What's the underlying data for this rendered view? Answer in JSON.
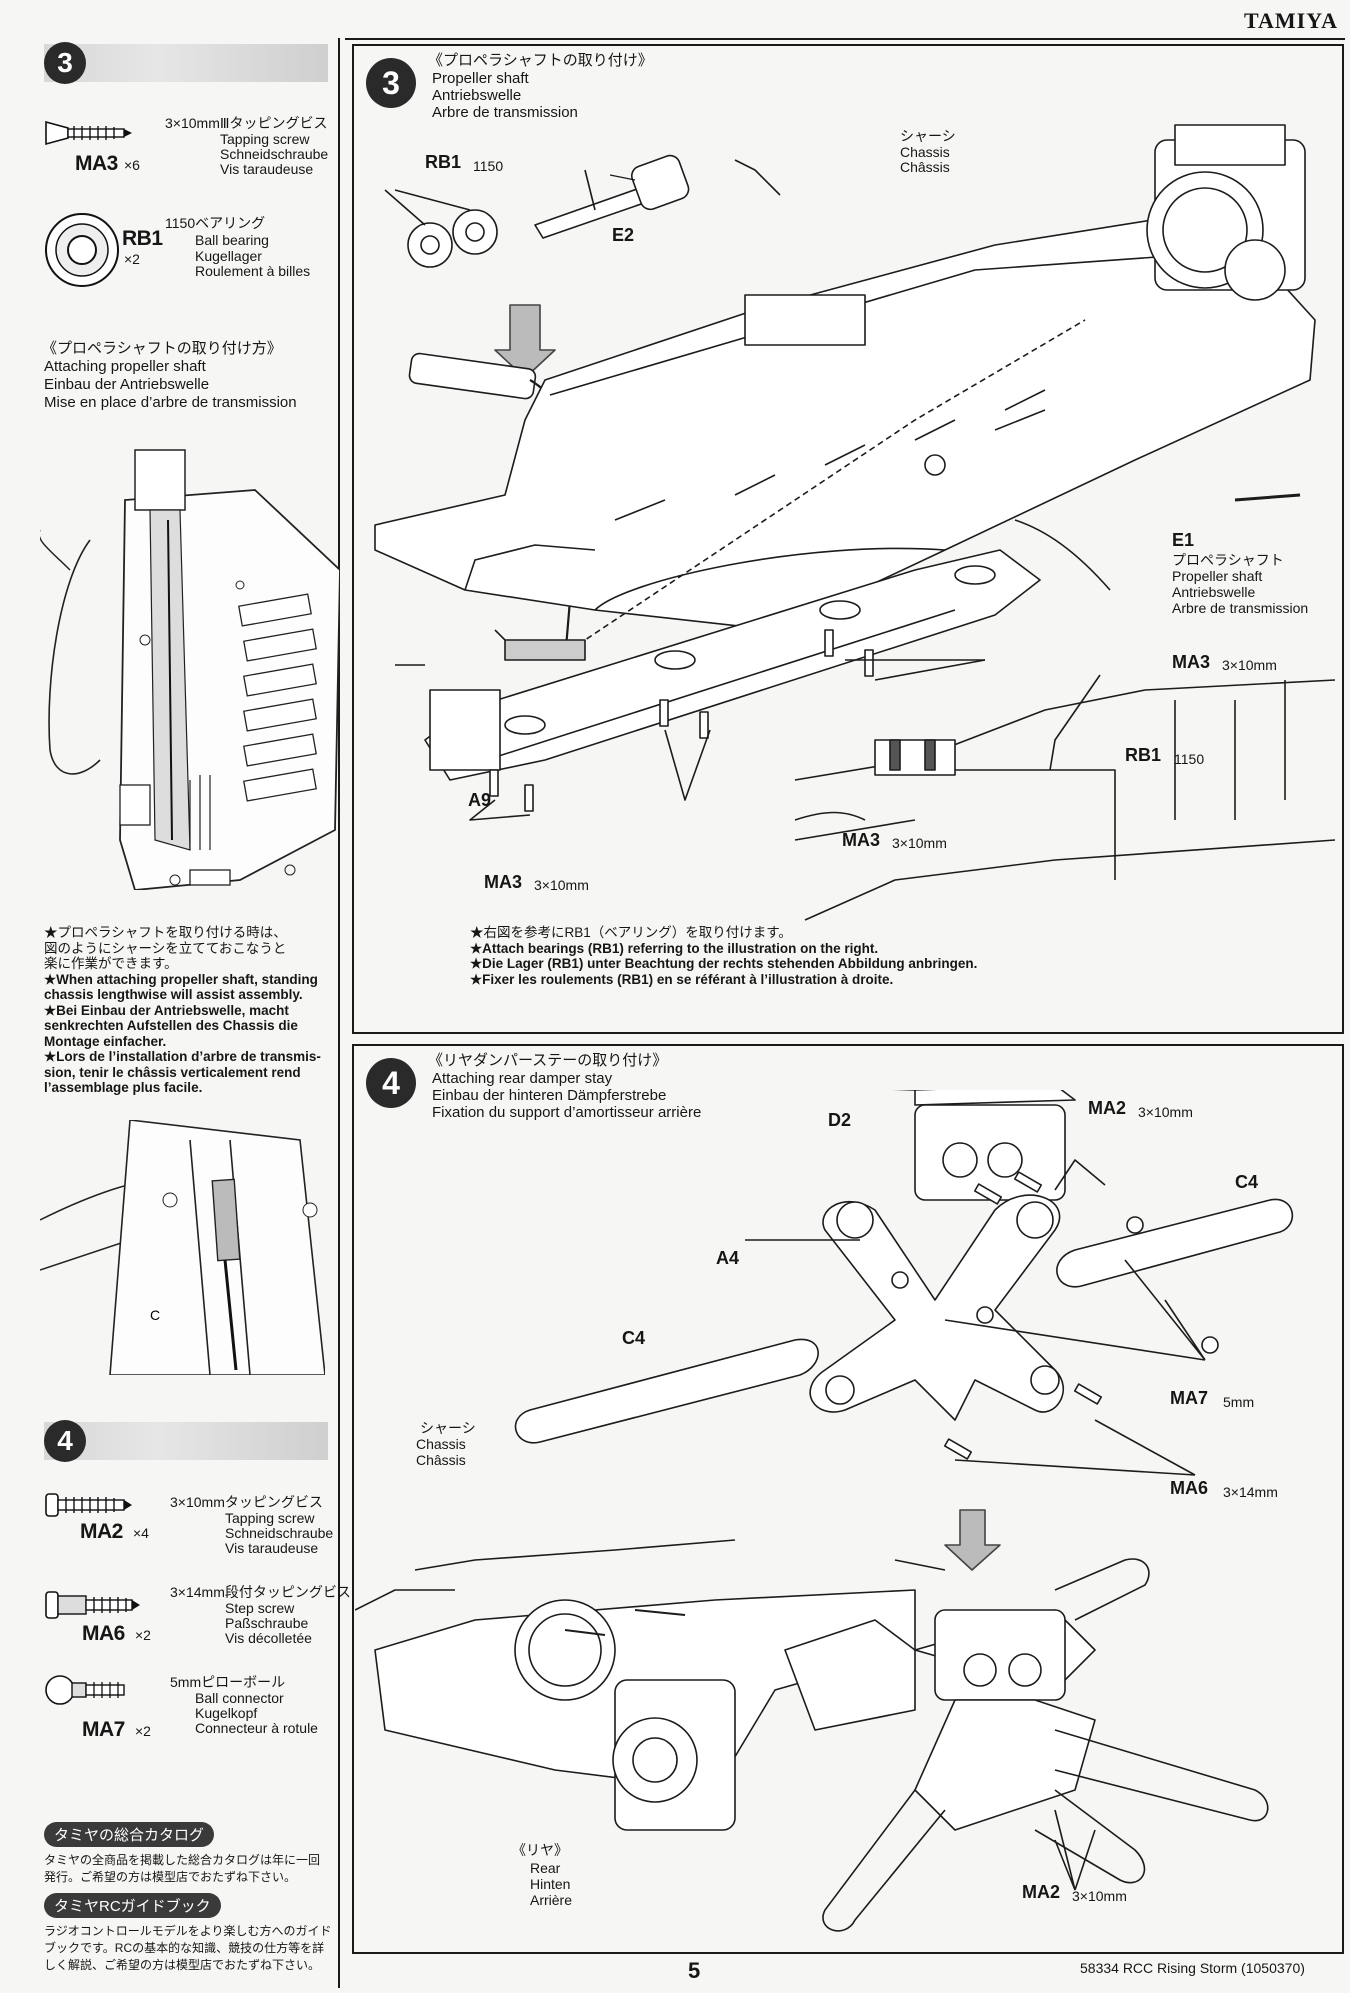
{
  "brand": "TAMIYA",
  "left": {
    "step3": {
      "number": "3",
      "screw": {
        "jp": "3×10mmⅢタッピングビス",
        "en": "Tapping screw",
        "de": "Schneidschraube",
        "fr": "Vis taraudeuse",
        "code": "MA3",
        "qty": "×6"
      },
      "bearing": {
        "jp": "1150ベアリング",
        "en": "Ball bearing",
        "de": "Kugellager",
        "fr": "Roulement à billes",
        "code": "RB1",
        "qty": "×2"
      },
      "tip_heading": {
        "jp": "《プロペラシャフトの取り付け方》",
        "en": "Attaching propeller shaft",
        "de": "Einbau der Antriebswelle",
        "fr": "Mise en place d’arbre de transmission"
      },
      "tip_notes": [
        "★プロペラシャフトを取り付ける時は、",
        "図のようにシャーシを立てておこなうと",
        "楽に作業ができます。",
        "★When attaching propeller shaft, standing",
        "chassis lengthwise will assist assembly.",
        "★Bei Einbau der Antriebswelle, macht",
        "senkrechten Aufstellen des Chassis die",
        "Montage einfacher.",
        "★Lors de l’installation d’arbre de transmis-",
        "sion, tenir le châssis verticalement rend",
        "l’assemblage plus facile."
      ]
    },
    "step4": {
      "number": "4",
      "screw": {
        "jp": "3×10mmタッピングビス",
        "en": "Tapping screw",
        "de": "Schneidschraube",
        "fr": "Vis taraudeuse",
        "code": "MA2",
        "qty": "×4"
      },
      "step_screw": {
        "jp": "3×14mm段付タッピングビス",
        "en": "Step screw",
        "de": "Paßschraube",
        "fr": "Vis décolletée",
        "code": "MA6",
        "qty": "×2"
      },
      "ball": {
        "jp": "5mmピローボール",
        "en": "Ball connector",
        "de": "Kugelkopf",
        "fr": "Connecteur à rotule",
        "code": "MA7",
        "qty": "×2"
      }
    },
    "catalog": {
      "title": "タミヤの総合カタログ",
      "text": [
        "タミヤの全商品を掲載した総合カタログは年に一回",
        "発行。ご希望の方は模型店でおたずね下さい。"
      ]
    },
    "guide": {
      "title": "タミヤRCガイドブック",
      "text": [
        "ラジオコントロールモデルをより楽しむ方へのガイド",
        "ブックです。RCの基本的な知識、競技の仕方等を詳",
        "しく解説、ご希望の方は模型店でおたずね下さい。"
      ]
    }
  },
  "panel3": {
    "number": "3",
    "title": {
      "jp": "《プロペラシャフトの取り付け》",
      "en": "Propeller shaft",
      "de": "Antriebswelle",
      "fr": "Arbre de transmission"
    },
    "labels": {
      "rb1": "RB1",
      "rb1_size": "1150",
      "e2": "E2",
      "chassis_jp": "シャーシ",
      "chassis_en": "Chassis",
      "chassis_fr": "Châssis",
      "e1": "E1",
      "e1_jp": "プロペラシャフト",
      "e1_en": "Propeller shaft",
      "e1_de": "Antriebswelle",
      "e1_fr": "Arbre de transmission",
      "ma3": "MA3",
      "ma3_size": "3×10mm",
      "a9": "A9",
      "rb1_detail": "RB1",
      "rb1_detail_size": "1150"
    },
    "notes": [
      "★右図を参考にRB1（ベアリング）を取り付けます。",
      "★Attach bearings (RB1) referring to the illustration on the right.",
      "★Die Lager (RB1) unter Beachtung der rechts stehenden Abbildung anbringen.",
      "★Fixer les roulements (RB1) en se référant à l’illustration à droite."
    ]
  },
  "panel4": {
    "number": "4",
    "title": {
      "jp": "《リヤダンパーステーの取り付け》",
      "en": "Attaching rear damper stay",
      "de": "Einbau der hinteren Dämpferstrebe",
      "fr": "Fixation du support d’amortisseur arrière"
    },
    "labels": {
      "d2": "D2",
      "ma2": "MA2",
      "ma2_size": "3×10mm",
      "c4": "C4",
      "a4": "A4",
      "ma7": "MA7",
      "ma7_size": "5mm",
      "ma6": "MA6",
      "ma6_size": "3×14mm",
      "chassis_jp": "シャーシ",
      "chassis_en": "Chassis",
      "chassis_fr": "Châssis",
      "rear_jp": "《リヤ》",
      "rear_en": "Rear",
      "rear_de": "Hinten",
      "rear_fr": "Arrière"
    }
  },
  "footer": {
    "page": "5",
    "ref": "58334 RCC Rising Storm (1050370)"
  }
}
